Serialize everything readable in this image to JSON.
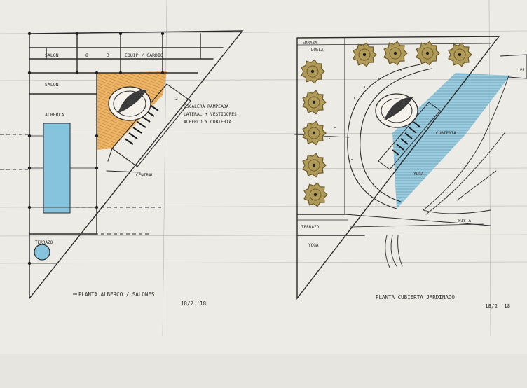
{
  "left_plan": {
    "labels": {
      "salon_top": "SALON",
      "num_a": "8",
      "num_b": "3",
      "equip_cardio": "EQUIP / CARDIO",
      "salon_second": "SALON",
      "albercas": "ALBERCA",
      "terrazo": "TERRAZO",
      "escalera_line1": "ESCALERA RAMPEADA",
      "escalera_line2": "LATERAL + VESTIDORES",
      "escalera_line3": "ALBERCO Y CUBIERTA",
      "escalera_num": "2",
      "central": "CENTRAL"
    },
    "caption": "PLANTA ALBERCO / SALONES",
    "date": "18/2 '18"
  },
  "right_plan": {
    "labels": {
      "terraza_duela_line1": "TERRAZA",
      "terraza_duela_line2": "DUELA",
      "cubierta": "CUBIERTA",
      "yoga": "YOGA",
      "terrazo": "TERRAZO",
      "yoga_bottom": "YOGA",
      "pista": "PISTA",
      "pi_edge": "Pi"
    },
    "caption": "PLANTA CUBIERTA JARDINADO",
    "date": "18/2 '18"
  },
  "colors": {
    "paper": "#ecebe6",
    "pencil": "#2a2a2a",
    "pool_blue": "#86c3dd",
    "ochre": "#e2a34c",
    "tree_fill": "#b09a58",
    "tree_dark": "#6d5a2c",
    "grid_line": "#9a9a9a"
  }
}
